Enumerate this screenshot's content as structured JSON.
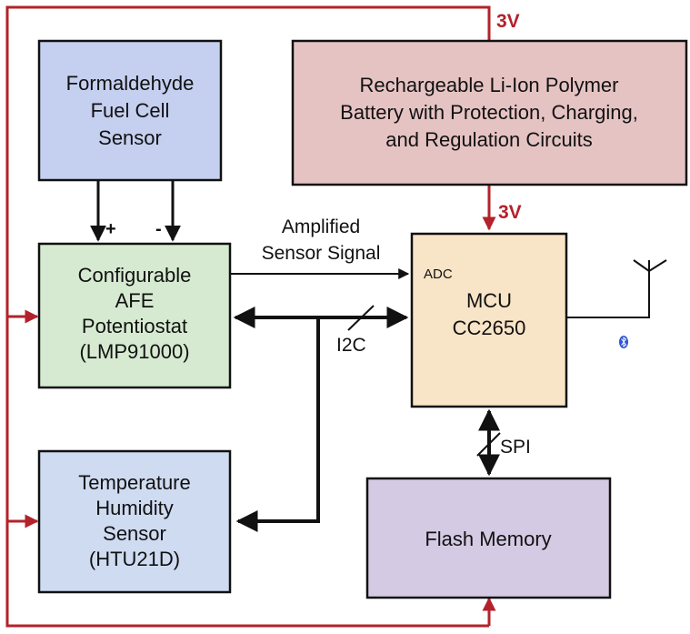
{
  "blocks": {
    "fuel_cell_sensor": {
      "lines": [
        "Formaldehyde",
        "Fuel Cell",
        "Sensor"
      ],
      "fill": "#c5d0f0"
    },
    "battery": {
      "lines": [
        "Rechargeable Li-Ion Polymer",
        "Battery with Protection, Charging,",
        "and Regulation Circuits"
      ],
      "fill": "#e6c3c3"
    },
    "afe": {
      "lines": [
        "Configurable",
        "AFE",
        "Potentiostat",
        "(LMP91000)"
      ],
      "fill": "#d6ead1"
    },
    "mcu": {
      "lines": [
        "MCU",
        "CC2650"
      ],
      "port_label": "ADC",
      "fill": "#f8e4c6"
    },
    "temp_sensor": {
      "lines": [
        "Temperature",
        "Humidity",
        "Sensor",
        "(HTU21D)"
      ],
      "fill": "#cfdbf1"
    },
    "flash": {
      "lines": [
        "Flash Memory"
      ],
      "fill": "#d5cae3"
    }
  },
  "labels": {
    "voltage_top": "3V",
    "voltage_mcu": "3V",
    "plus": "+",
    "minus": "-",
    "amplified_signal": [
      "Amplified",
      "Sensor Signal"
    ],
    "i2c": "I2C",
    "spi": "SPI"
  },
  "colors": {
    "power_line": "#b3222a",
    "signal_line": "#111111",
    "bluetooth_icon": "#2f55d4"
  },
  "icons": [
    "antenna-icon",
    "bluetooth-icon"
  ]
}
